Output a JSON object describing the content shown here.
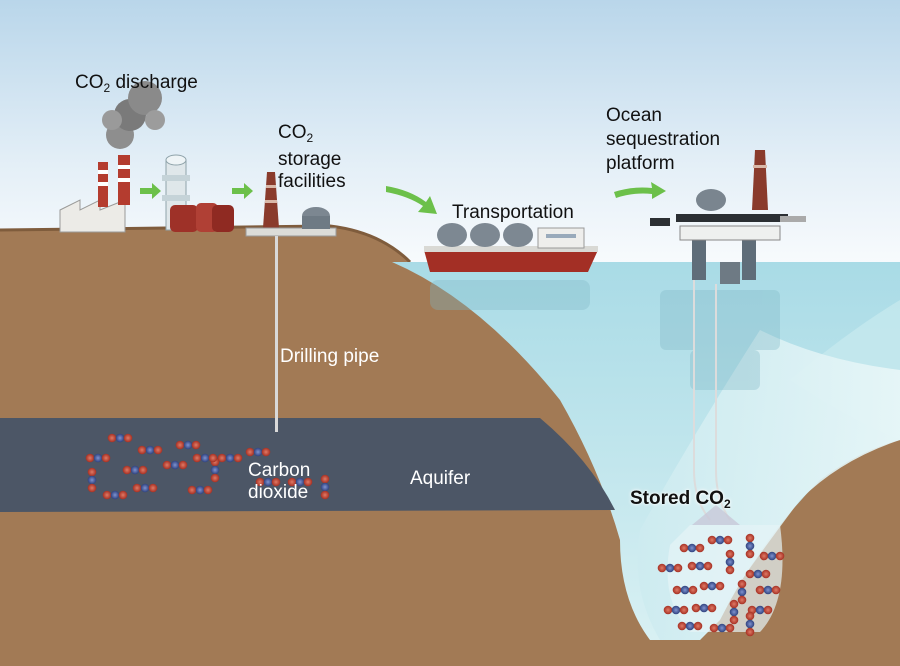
{
  "labels": {
    "co2_discharge": {
      "prefix": "CO",
      "sub": "2",
      "suffix": " discharge"
    },
    "co2_storage": {
      "prefix": "CO",
      "sub": "2",
      "line2": "storage",
      "line3": "facilities"
    },
    "transportation": "Transportation",
    "ocean_platform": {
      "line1": "Ocean",
      "line2": "sequestration",
      "line3": "platform"
    },
    "drilling_pipe": "Drilling pipe",
    "carbon_dioxide": {
      "line1": "Carbon",
      "line2": "dioxide"
    },
    "aquifer": "Aquifer",
    "stored_co2": {
      "prefix": "Stored CO",
      "sub": "2"
    }
  },
  "colors": {
    "sky_top": "#b9d6ea",
    "sky_bottom": "#ffffff",
    "soil": "#a27a55",
    "soil_dark": "#8e6845",
    "aquifer": "#4c5666",
    "water": "#bfe3ea",
    "arrow": "#6cc04a",
    "molecule_red": "#b33a2a",
    "molecule_blue": "#3a4f8c"
  }
}
